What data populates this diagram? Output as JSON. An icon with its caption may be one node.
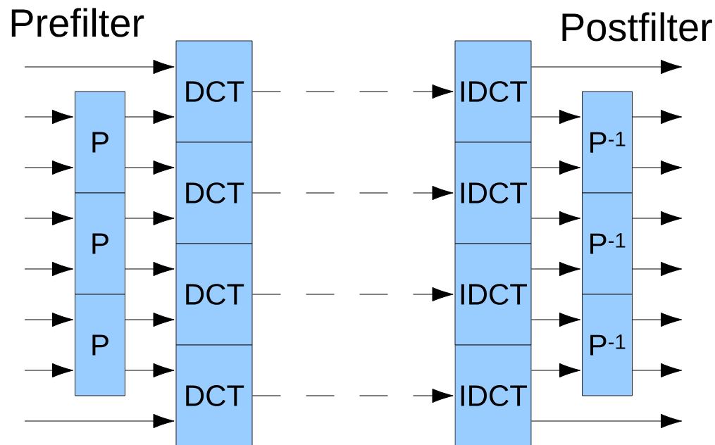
{
  "diagram": {
    "nodes": [
      {
        "text": [
          "P"
        ]
      },
      {
        "text": [
          "P"
        ]
      },
      {
        "text": [
          "P"
        ]
      },
      {
        "text": [
          "DCT"
        ]
      },
      {
        "text": [
          "DCT"
        ]
      },
      {
        "text": [
          "DCT"
        ]
      },
      {
        "text": [
          "DCT"
        ]
      },
      {
        "text": [
          "IDCT"
        ]
      },
      {
        "text": [
          "IDCT"
        ]
      },
      {
        "text": [
          "IDCT"
        ]
      },
      {
        "text": [
          "IDCT"
        ]
      },
      {
        "text": [
          "P$^{-1}$"
        ]
      },
      {
        "text": [
          "P$^{-1}$"
        ]
      },
      {
        "text": [
          "P$^{-1}$"
        ]
      }
    ],
    "edges": [
      {
        "from": null,
        "to": 3,
        "arrow": "to"
      },
      {
        "from": null,
        "to": 0,
        "arrow": "to"
      },
      {
        "from": null,
        "to": 0,
        "arrow": "to"
      },
      {
        "from": null,
        "to": 1,
        "arrow": "to"
      },
      {
        "from": null,
        "to": 1,
        "arrow": "to"
      },
      {
        "from": null,
        "to": 2,
        "arrow": "to"
      },
      {
        "from": null,
        "to": 2,
        "arrow": "to"
      },
      {
        "from": null,
        "to": 6,
        "arrow": "to"
      },
      {
        "from": 0,
        "to": 3,
        "arrow": "to"
      },
      {
        "from": 0,
        "to": 4,
        "arrow": "to"
      },
      {
        "from": 1,
        "to": 4,
        "arrow": "to"
      },
      {
        "from": 1,
        "to": 5,
        "arrow": "to"
      },
      {
        "from": 2,
        "to": 5,
        "arrow": "to"
      },
      {
        "from": 2,
        "to": 6,
        "arrow": "to"
      },
      {
        "from": 3,
        "to": 7,
        "arrow": "to",
        "style": "dashed"
      },
      {
        "from": 4,
        "to": 8,
        "arrow": "to",
        "style": "dashed"
      },
      {
        "from": 5,
        "to": 9,
        "arrow": "to",
        "style": "dashed"
      },
      {
        "from": 6,
        "to": 10,
        "arrow": "to",
        "style": "dashed"
      },
      {
        "from": 7,
        "to": null,
        "arrow": "to"
      },
      {
        "from": 7,
        "to": 11,
        "arrow": "to"
      },
      {
        "from": 8,
        "to": 11,
        "arrow": "to"
      },
      {
        "from": 8,
        "to": 12,
        "arrow": "to"
      },
      {
        "from": 9,
        "to": 12,
        "arrow": "to"
      },
      {
        "from": 9,
        "to": 13,
        "arrow": "to"
      },
      {
        "from": 10,
        "to": 13,
        "arrow": "to"
      },
      {
        "from": 10,
        "to": null,
        "arrow": "to"
      },
      {
        "from": 11,
        "to": null,
        "arrow": "to"
      },
      {
        "from": 11,
        "to": null,
        "arrow": "to"
      },
      {
        "from": 12,
        "to": null,
        "arrow": "to"
      },
      {
        "from": 12,
        "to": null,
        "arrow": "to"
      },
      {
        "from": 13,
        "to": null,
        "arrow": "to"
      },
      {
        "from": 13,
        "to": null,
        "arrow": "to"
      }
    ],
    "labels": [
      "Prefilter",
      "Postfilter"
    ]
  }
}
